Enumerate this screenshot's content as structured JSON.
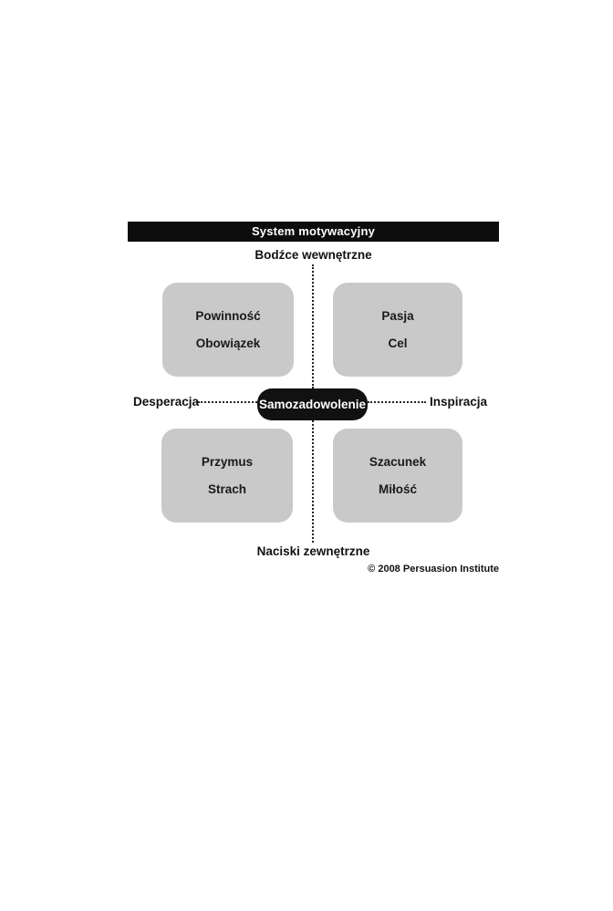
{
  "diagram": {
    "title": "System motywacyjny",
    "axis_labels": {
      "top": "Bodźce wewnętrzne",
      "bottom": "Naciski zewnętrzne",
      "left": "Desperacja",
      "right": "Inspiracja"
    },
    "center": "Samozadowolenie",
    "quadrants": [
      {
        "position": "top-left",
        "lines": [
          "Powinność",
          "Obowiązek"
        ]
      },
      {
        "position": "top-right",
        "lines": [
          "Pasja",
          "Cel"
        ]
      },
      {
        "position": "bottom-left",
        "lines": [
          "Przymus",
          "Strach"
        ]
      },
      {
        "position": "bottom-right",
        "lines": [
          "Szacunek",
          "Miłość"
        ]
      }
    ],
    "copyright": "© 2008 Persuasion Institute",
    "colors": {
      "title_bar_bg": "#0d0d0d",
      "title_bar_text": "#ffffff",
      "box_bg": "#c9c9c9",
      "center_pill_bg": "#111111",
      "center_pill_text": "#ffffff",
      "text": "#1a1a1a",
      "background": "#ffffff"
    }
  }
}
